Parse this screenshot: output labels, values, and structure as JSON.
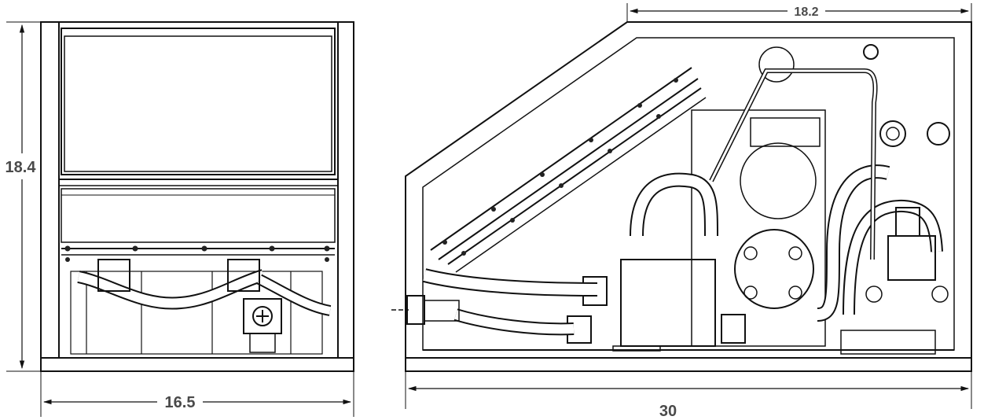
{
  "dimensions": {
    "front_height": "18.4",
    "front_width": "16.5",
    "side_top_width": "18.2",
    "side_total_width": "30"
  }
}
